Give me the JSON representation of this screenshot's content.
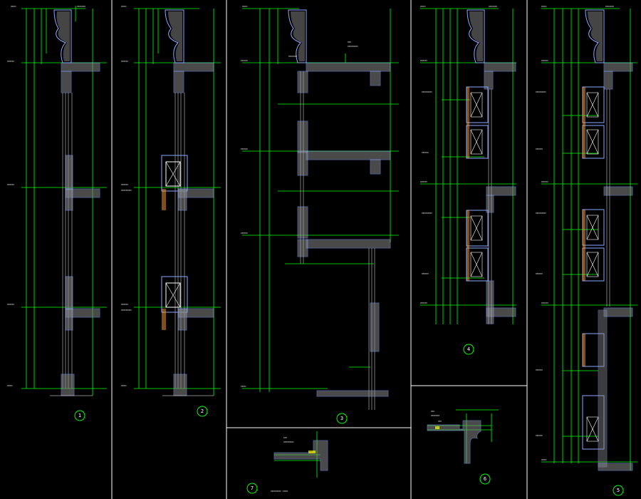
{
  "drawing": {
    "background": "#000000",
    "colors": {
      "frame": "#ffffff",
      "dimension": "#00ff00",
      "wall_outline": "#8aa8ff",
      "hatch": "#c8c8c8",
      "text": "#ffffff",
      "annotation": "#ffff00",
      "callout_circle": "#00ff00",
      "window": "#ffa030"
    },
    "details": [
      {
        "id": "1",
        "label": "1"
      },
      {
        "id": "2",
        "label": "2"
      },
      {
        "id": "3",
        "label": "3"
      },
      {
        "id": "4",
        "label": "4"
      },
      {
        "id": "5",
        "label": "5"
      },
      {
        "id": "6",
        "label": "6"
      },
      {
        "id": "7",
        "label": "7"
      }
    ]
  }
}
